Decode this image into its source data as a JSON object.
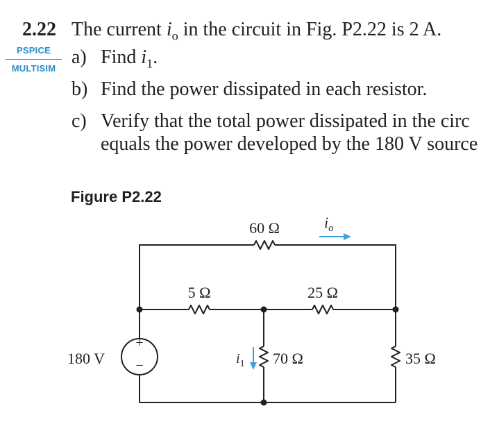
{
  "problem": {
    "number": "2.22",
    "stem_before": "The current ",
    "stem_var": "i",
    "stem_sub": "o",
    "stem_after": " in the circuit in Fig. P2.22 is 2 A.",
    "tags": [
      "PSPICE",
      "MULTISIM"
    ],
    "parts": {
      "a": {
        "label": "a)",
        "text_before": "Find ",
        "var": "i",
        "sub": "1",
        "text_after": "."
      },
      "b": {
        "label": "b)",
        "text": "Find the power dissipated in each resistor."
      },
      "c": {
        "label": "c)",
        "line1": "Verify that the total power dissipated in the circ",
        "line2": "equals the power developed by the 180 V source"
      }
    }
  },
  "figure": {
    "title": "Figure P2.22",
    "source_label": "180 V",
    "source_plus": "+",
    "source_minus": "−",
    "r_top": "60 Ω",
    "r_5": "5 Ω",
    "r_25": "25 Ω",
    "r_70": "70 Ω",
    "r_35": "35 Ω",
    "current_io_var": "i",
    "current_io_sub": "o",
    "current_i1_var": "i",
    "current_i1_sub": "1",
    "arrow_color": "#3fa1dc"
  }
}
